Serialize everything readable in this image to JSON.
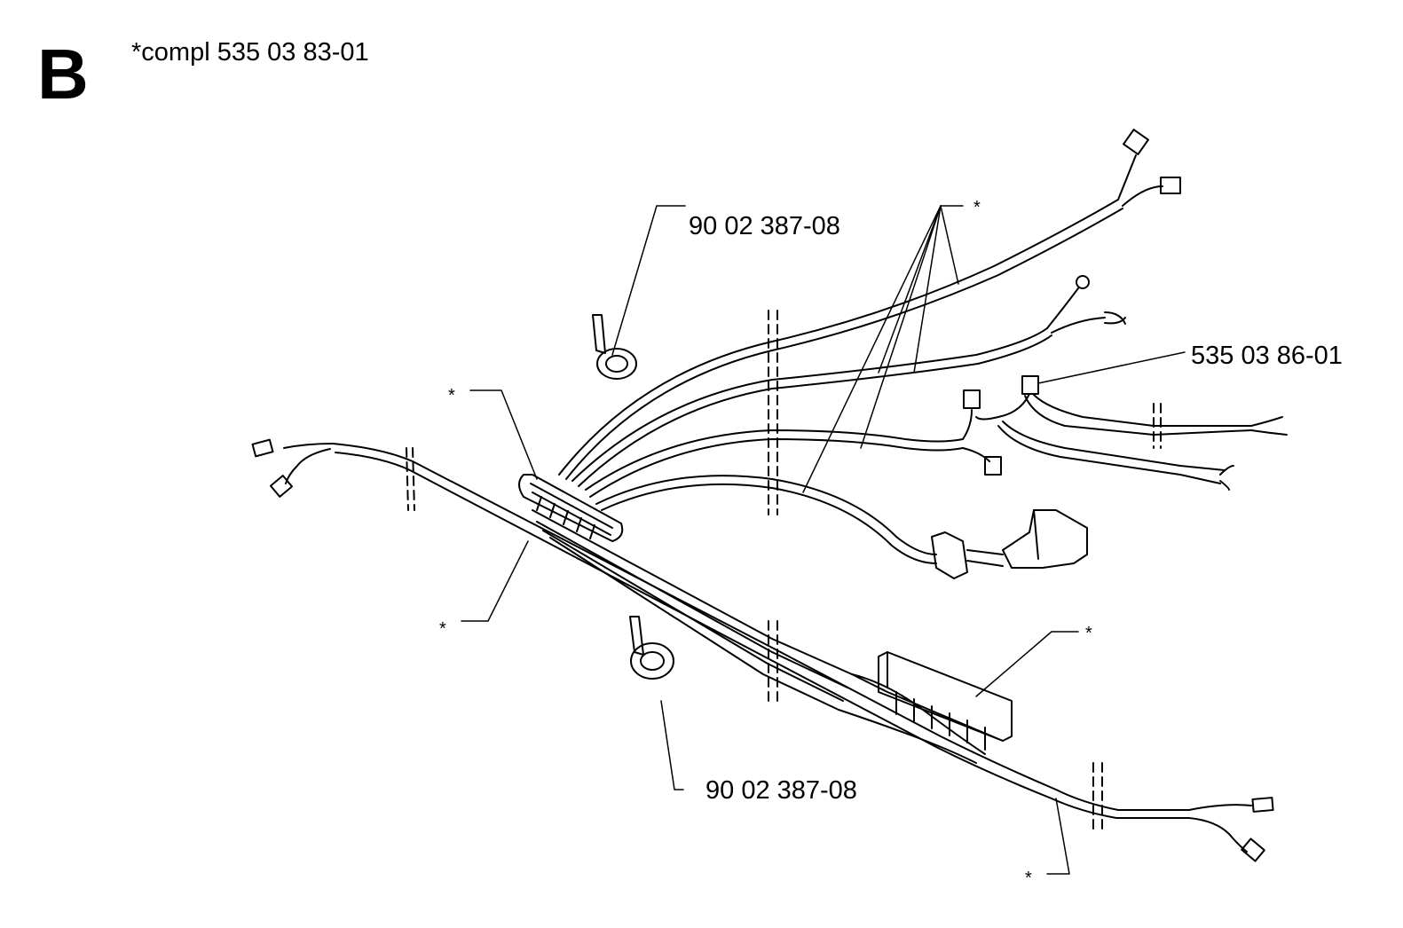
{
  "section_letter": "B",
  "assembly_note": "*compl 535 03 83-01",
  "callouts": {
    "clamp_top": "90 02 387-08",
    "clamp_bottom": "90 02 387-08",
    "connector_right": "535 03 86-01",
    "star_top": "*",
    "star_left_upper": "*",
    "star_left_lower": "*",
    "star_right_mid": "*",
    "star_bottom": "*"
  },
  "colors": {
    "ink": "#000000",
    "paper": "#ffffff"
  }
}
